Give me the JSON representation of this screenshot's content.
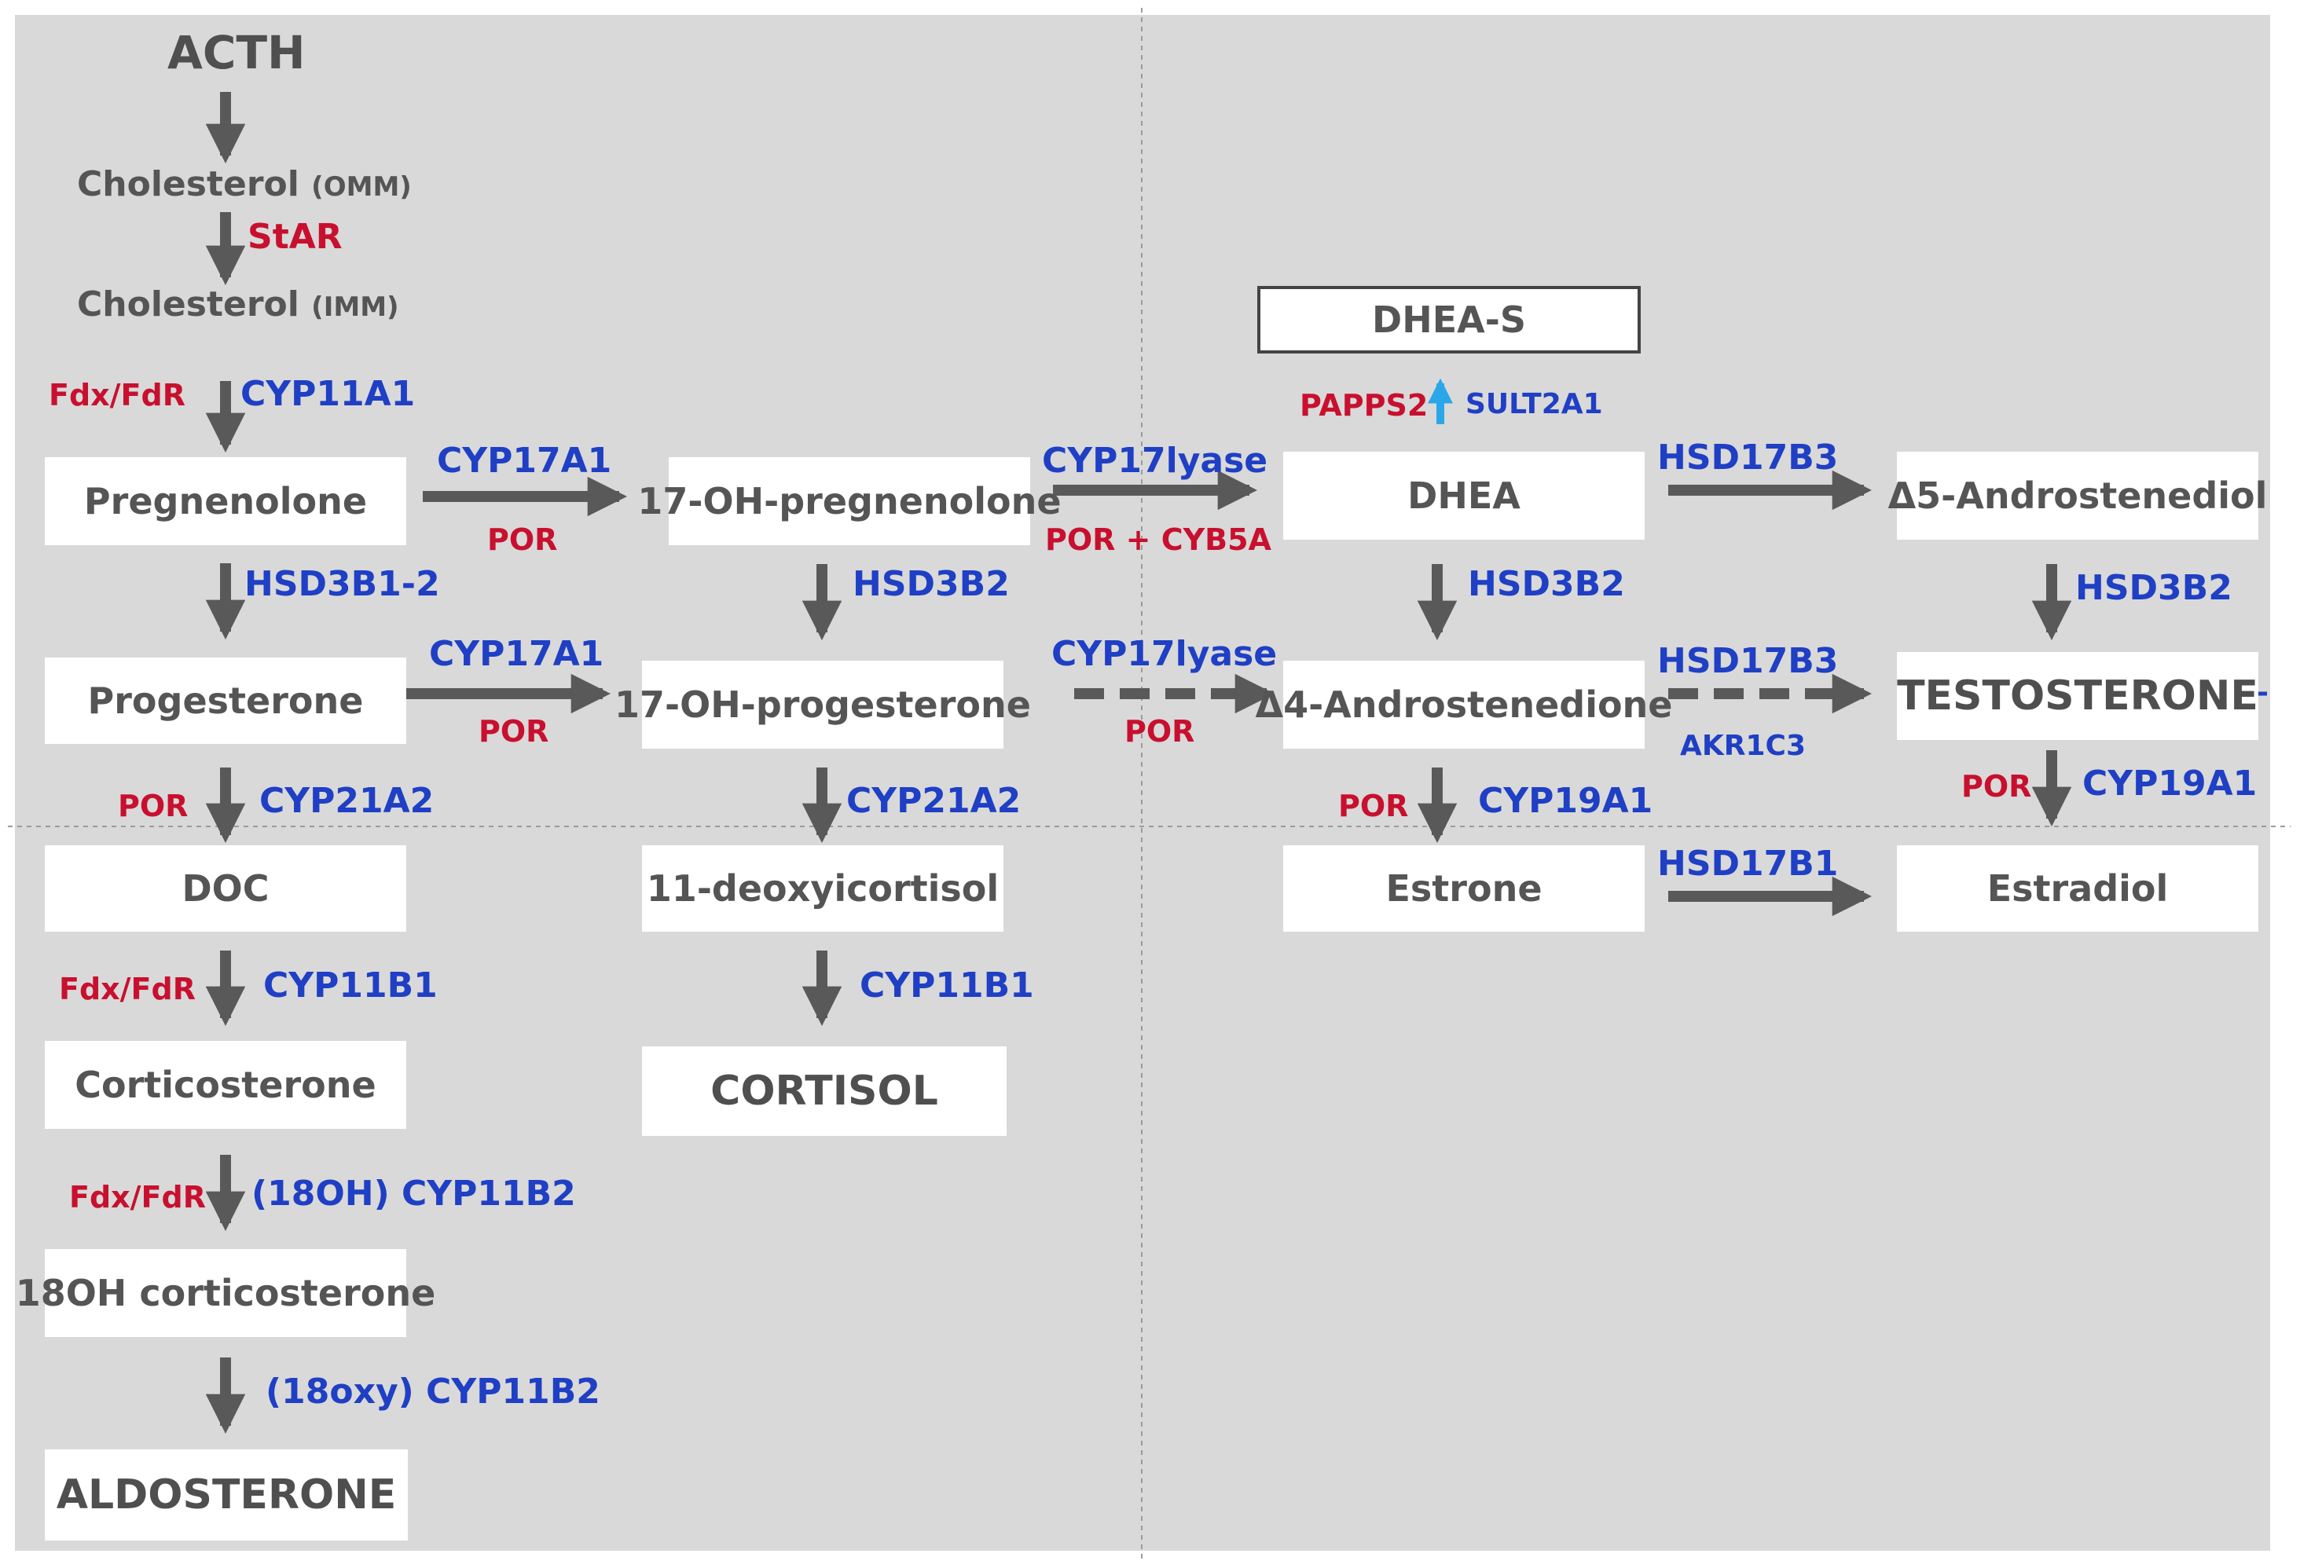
{
  "top": {
    "acth": "ACTH",
    "chol_omm": "Cholesterol",
    "chol_omm_loc": "(OMM)",
    "star": "StAR",
    "chol_imm": "Cholesterol",
    "chol_imm_loc": "(IMM)"
  },
  "nodes": {
    "pregnenolone": "Pregnenolone",
    "oh_pregnenolone": "17-OH-pregnenolone",
    "dhea": "DHEA",
    "dhea_s": "DHEA-S",
    "androstenediol": "Δ5-Androstenediol",
    "progesterone": "Progesterone",
    "oh_progesterone": "17-OH-progesterone",
    "androstenedione": "Δ4-Androstenedione",
    "testosterone": "TESTOSTERONE",
    "doc": "DOC",
    "deoxycortisol": "11-deoxyicortisol",
    "estrone": "Estrone",
    "estradiol": "Estradiol",
    "corticosterone": "Corticosterone",
    "cortisol": "CORTISOL",
    "oh_corticosterone": "18OH corticosterone",
    "aldosterone": "ALDOSTERONE"
  },
  "enzymes": {
    "cyp11a1": "CYP11A1",
    "cyp17a1_top": "CYP17A1",
    "cyp17lyase_top": "CYP17lyase",
    "hsd17b3_top": "HSD17B3",
    "hsd3b1_2": "HSD3B1-2",
    "hsd3b2_col2": "HSD3B2",
    "hsd3b2_col3": "HSD3B2",
    "hsd3b2_col4": "HSD3B2",
    "cyp17a1_mid": "CYP17A1",
    "cyp17lyase_mid": "CYP17lyase",
    "hsd17b3_mid": "HSD17B3",
    "akr1c3": "AKR1C3",
    "sult2a1": "SULT2A1",
    "cyp21a2_col1": "CYP21A2",
    "cyp21a2_col2": "CYP21A2",
    "cyp19a1_col3": "CYP19A1",
    "cyp19a1_col4": "CYP19A1",
    "hsd17b1": "HSD17B1",
    "cyp11b1_col1": "CYP11B1",
    "cyp11b1_col2": "CYP11B1",
    "cyp11b2_18oh": "(18OH) CYP11B2",
    "cyp11b2_18oxy": "(18oxy) CYP11B2"
  },
  "cofactors": {
    "fdx_fdr_1": "Fdx/FdR",
    "por_top_1": "POR",
    "por_cyb5a": "POR + CYB5A",
    "papps2": "PAPPS2",
    "por_mid_1": "POR",
    "por_mid_2": "POR",
    "por_col1": "POR",
    "por_col3": "POR",
    "por_col4": "POR",
    "fdx_fdr_2": "Fdx/FdR",
    "fdx_fdr_3": "Fdx/FdR"
  },
  "colors": {
    "background": "#d9d9d9",
    "enzyme": "#1f3fc4",
    "cofactor": "#c8102e",
    "arrow": "#595959",
    "sulfation_arrow": "#2aa7e8"
  }
}
